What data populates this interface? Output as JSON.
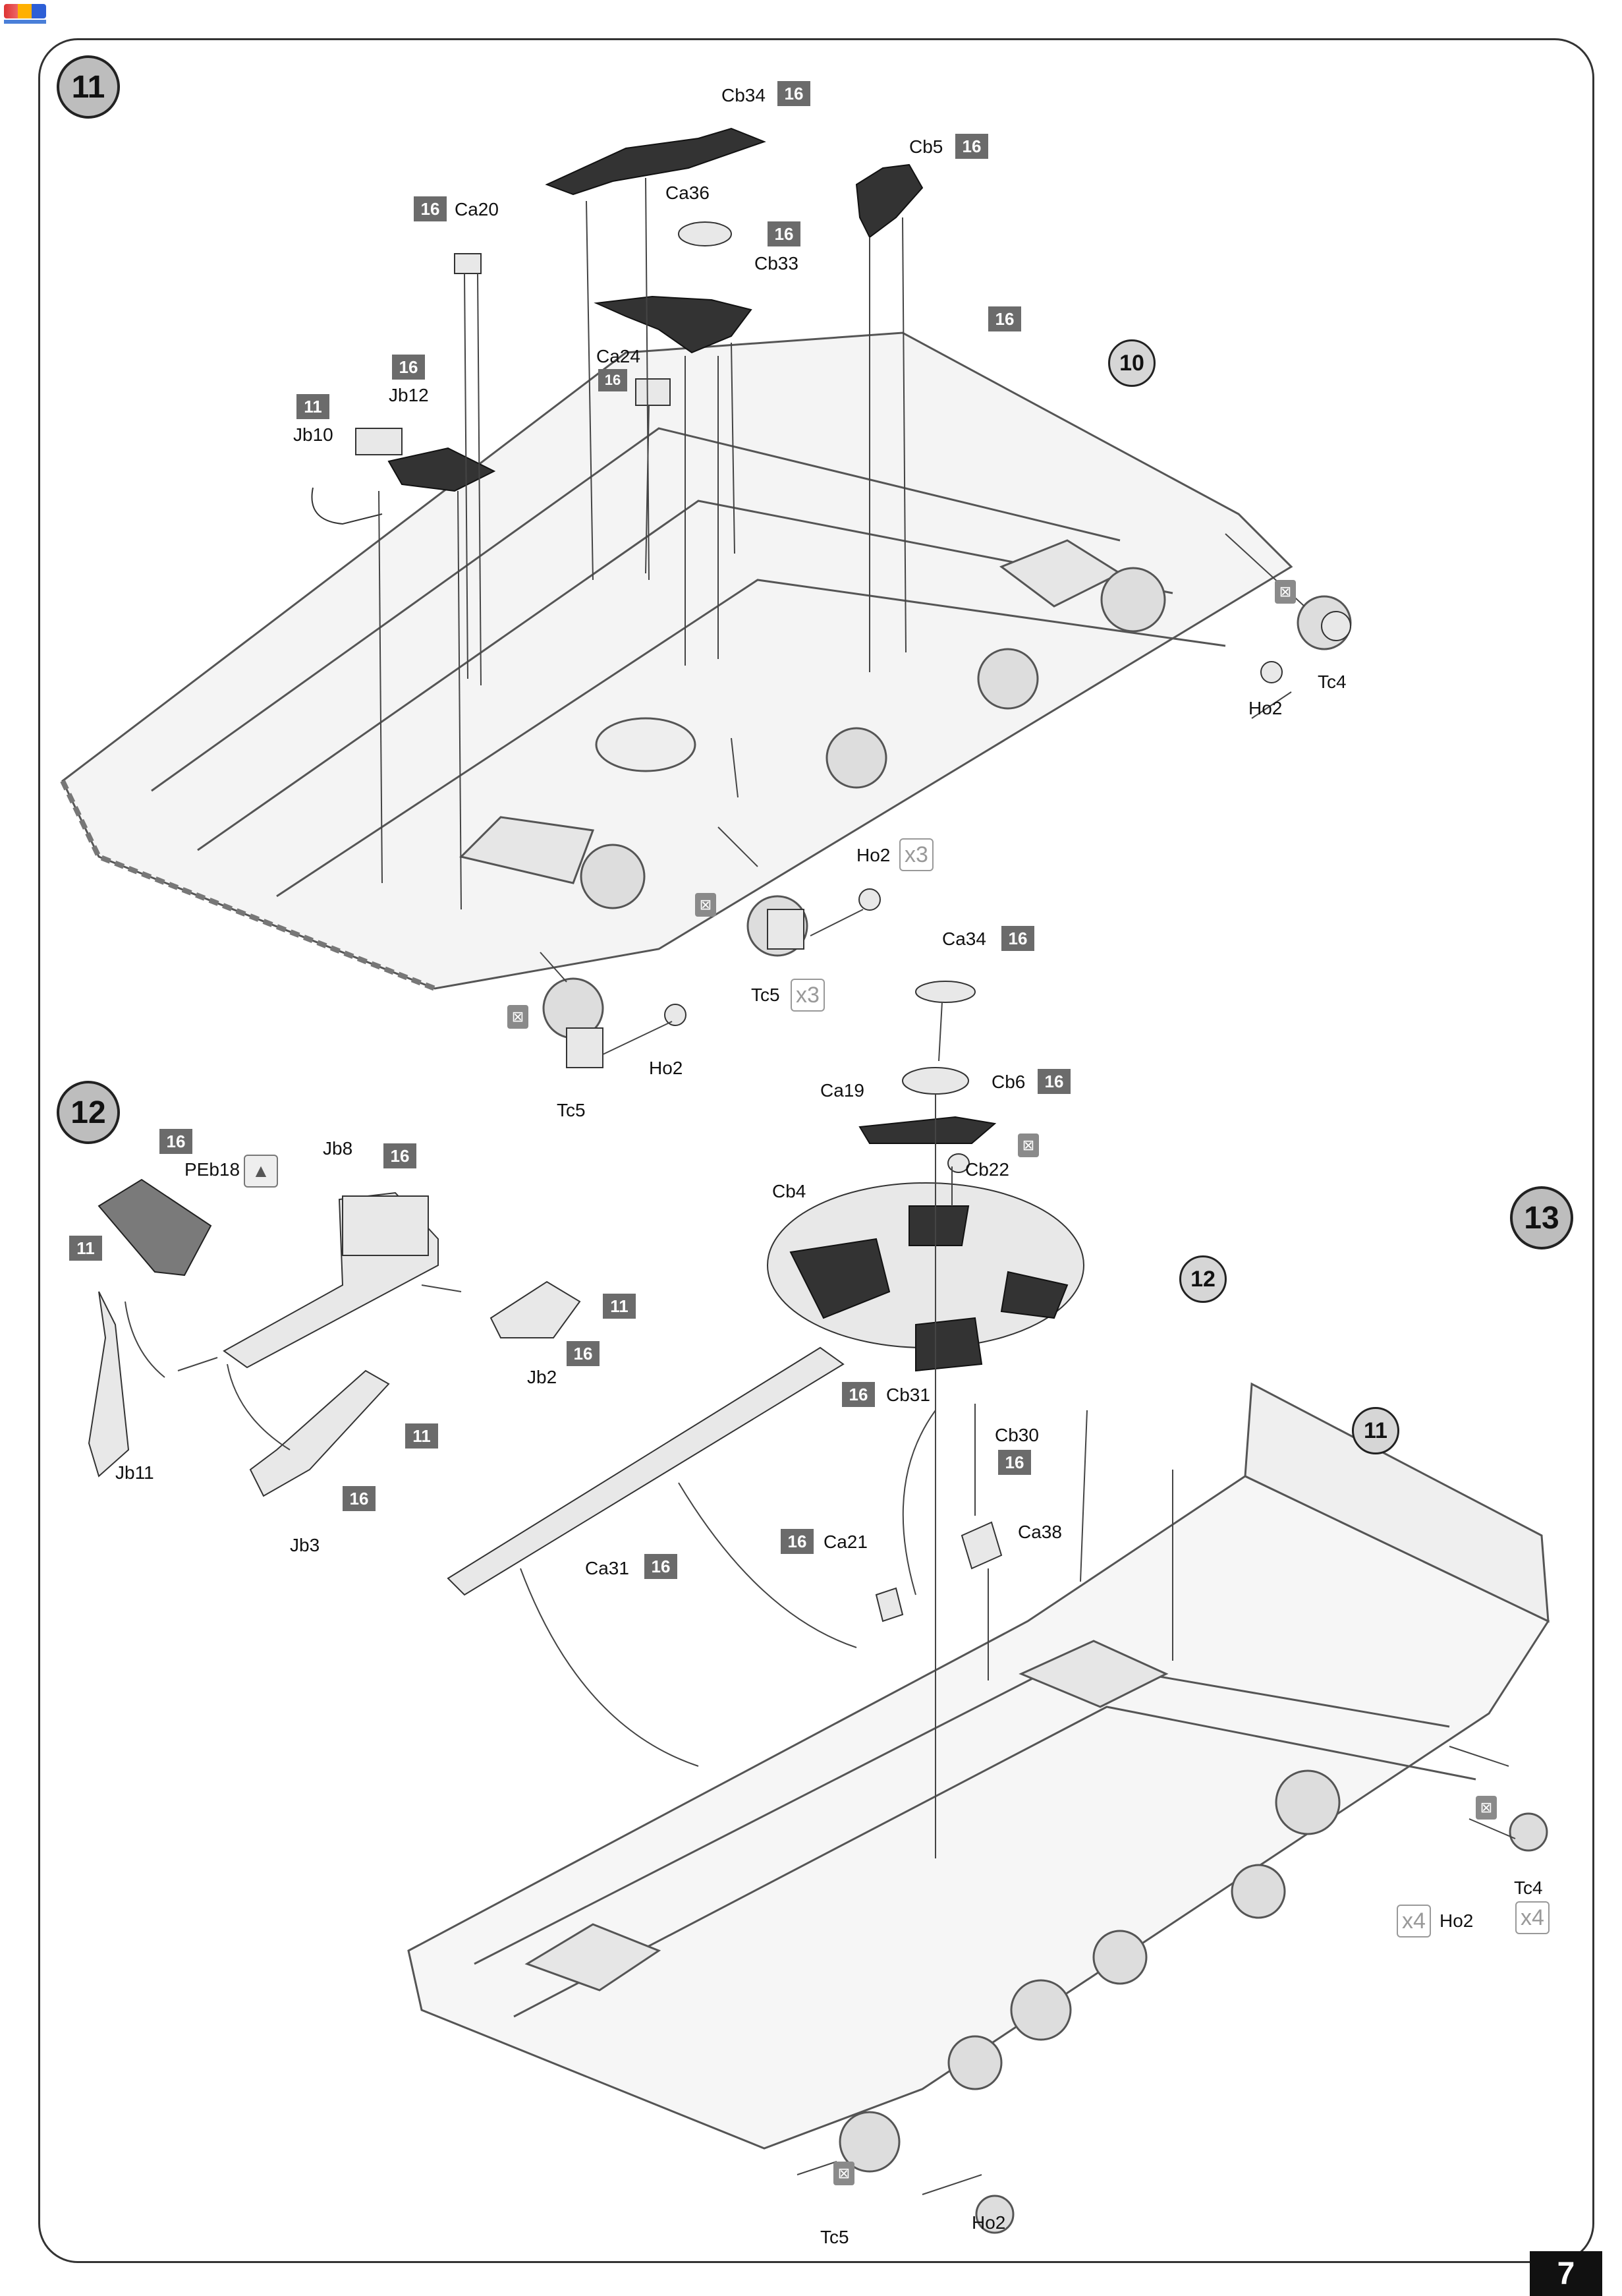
{
  "page": {
    "number": "7"
  },
  "steps": {
    "s11": "11",
    "s12": "12",
    "s13": "13"
  },
  "refs": {
    "r10": "10",
    "r11": "11",
    "r12": "12"
  },
  "step11": {
    "cb34": "Cb34",
    "cb5": "Cb5",
    "ca20": "Ca20",
    "ca36": "Ca36",
    "cb33": "Cb33",
    "ca24": "Ca24",
    "jb12": "Jb12",
    "jb10": "Jb10",
    "ho2_a": "Ho2",
    "tc4": "Tc4",
    "ho2_b": "Ho2",
    "x3_a": "x3",
    "tc5_a": "Tc5",
    "x3_b": "x3",
    "ho2_c": "Ho2",
    "tc5_b": "Tc5"
  },
  "step12": {
    "peb18": "PEb18",
    "jb8": "Jb8",
    "jb11": "Jb11",
    "jb2": "Jb2",
    "jb3": "Jb3"
  },
  "step13": {
    "ca34": "Ca34",
    "ca19": "Ca19",
    "cb6": "Cb6",
    "cb22": "Cb22",
    "cb4": "Cb4",
    "cb31": "Cb31",
    "cb30": "Cb30",
    "ca38": "Ca38",
    "ca21": "Ca21",
    "ca31": "Ca31",
    "ho2_d": "Ho2",
    "x4_a": "x4",
    "tc4_b": "Tc4",
    "x4_b": "x4",
    "tc5_c": "Tc5",
    "ho2_e": "Ho2"
  },
  "sprue": {
    "s16": "16",
    "s11": "11"
  },
  "icons": {
    "glue": "glue-bottle-icon",
    "photoetch": "photo-etch-up-icon"
  },
  "colors": {
    "sprue_box": "#6b6b6b",
    "step_circle": "#bdbdbd",
    "part_dark": "#333333",
    "frame": "#333333"
  }
}
